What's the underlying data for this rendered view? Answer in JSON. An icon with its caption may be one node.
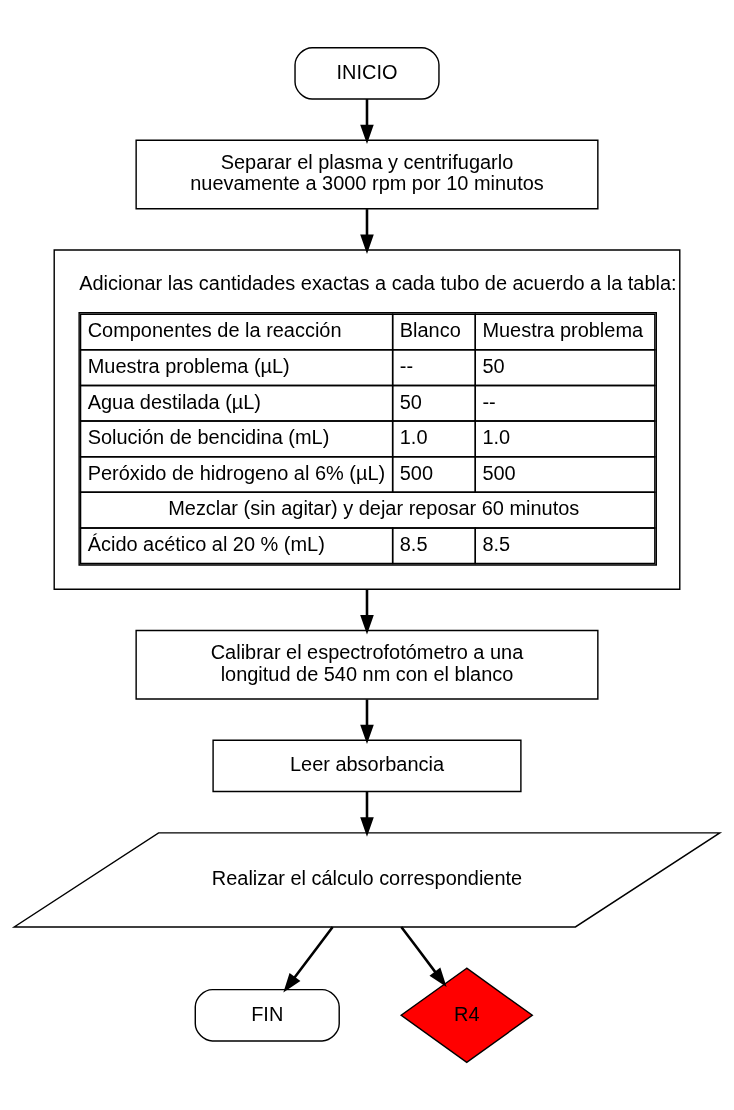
{
  "diagram": {
    "nodes": [
      {
        "text": [
          "INICIO"
        ]
      },
      {
        "text": [
          "Separar el plasma y centrifugarlo nuevamente a 3000 rpm por 10 minutos"
        ]
      },
      {
        "text": [
          "Adicionar las cantidades exactas a cada tubo de acuerdo a la tabla:"
        ]
      },
      {
        "text": [
          "Calibrar el espectrofotómetro a una longitud de 540 nm con el blanco"
        ]
      },
      {
        "text": [
          "Leer absorbancia"
        ]
      },
      {
        "text": [
          "Realizar el cálculo correspondiente"
        ]
      },
      {
        "text": [
          "FIN"
        ]
      },
      {
        "text": [
          "R4"
        ]
      }
    ],
    "edges": [
      {
        "from": 0,
        "to": 1,
        "arrow": "to"
      },
      {
        "from": 1,
        "to": 2,
        "arrow": "to"
      },
      {
        "from": 2,
        "to": 3,
        "arrow": "to"
      },
      {
        "from": 3,
        "to": 4,
        "arrow": "to"
      },
      {
        "from": 4,
        "to": 5,
        "arrow": "to"
      },
      {
        "from": 5,
        "to": 6,
        "arrow": "to"
      },
      {
        "from": 5,
        "to": 7,
        "arrow": "to"
      }
    ],
    "labels": [
      "Componentes de la reacción",
      "Blanco",
      "Muestra problema",
      "Muestra problema (µL)",
      "--",
      "50",
      "Agua destilada (µL)",
      "50",
      "--",
      "Solución de bencidina (mL)",
      "1.0",
      "1.0",
      "Peróxido de hidrogeno al 6% (µL)",
      "500",
      "500",
      "Mezclar (sin agitar) y dejar reposar 60 minutos",
      "Ácido acético al 20 % (mL)",
      "8.5",
      "8.5"
    ]
  }
}
